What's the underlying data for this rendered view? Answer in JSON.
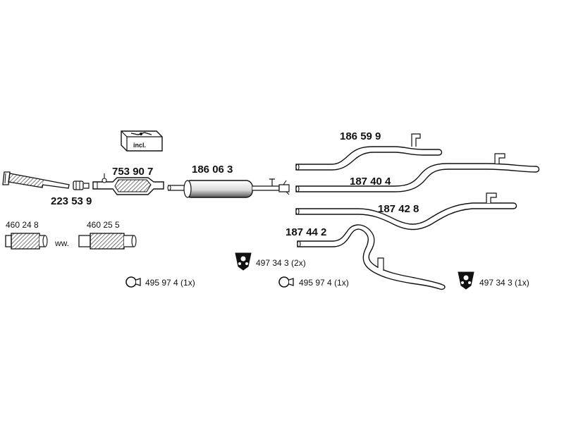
{
  "parts": {
    "downpipe": "223 53 9",
    "catalyst": "753 90 7",
    "kit_label": "incl.",
    "front_silencer": "186 06 3",
    "tail_a": "186 59 9",
    "tail_b": "187 40 4",
    "tail_c": "187 42 8",
    "tail_d": "187 44 2",
    "flex_a": "460 24 8",
    "flex_b": "460 25 5",
    "alternative": "ww."
  },
  "fittings": {
    "hanger_2x": "497 34 3 (2x)",
    "hanger_1x": "497 34 3 (1x)",
    "clamp_left": "495 97 4 (1x)",
    "clamp_mid": "495 97 4 (1x)"
  },
  "colors": {
    "line": "#111111",
    "pipe_fill": "#f4f4f4",
    "shade": "#8a8a8a"
  }
}
